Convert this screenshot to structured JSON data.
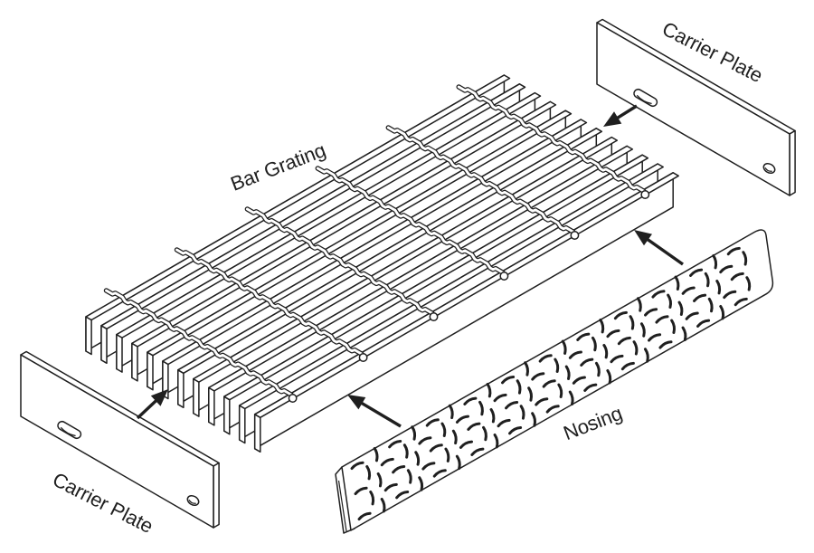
{
  "diagram": {
    "title_labels": {
      "bar_grating": "Bar Grating",
      "carrier_plate_top_right": "Carrier Plate",
      "carrier_plate_bottom_left": "Carrier Plate",
      "nosing": "Nosing"
    },
    "colors": {
      "line": "#1f1f1f",
      "background": "#ffffff"
    },
    "structure": {
      "bearing_bar_count": 12,
      "cross_rod_count": 6,
      "carrier_plate_count": 2,
      "holes_per_carrier_plate": {
        "slotted": 1,
        "round": 1
      },
      "assembly_arrow_count": 4,
      "nosing_pattern_rows": 5
    }
  }
}
